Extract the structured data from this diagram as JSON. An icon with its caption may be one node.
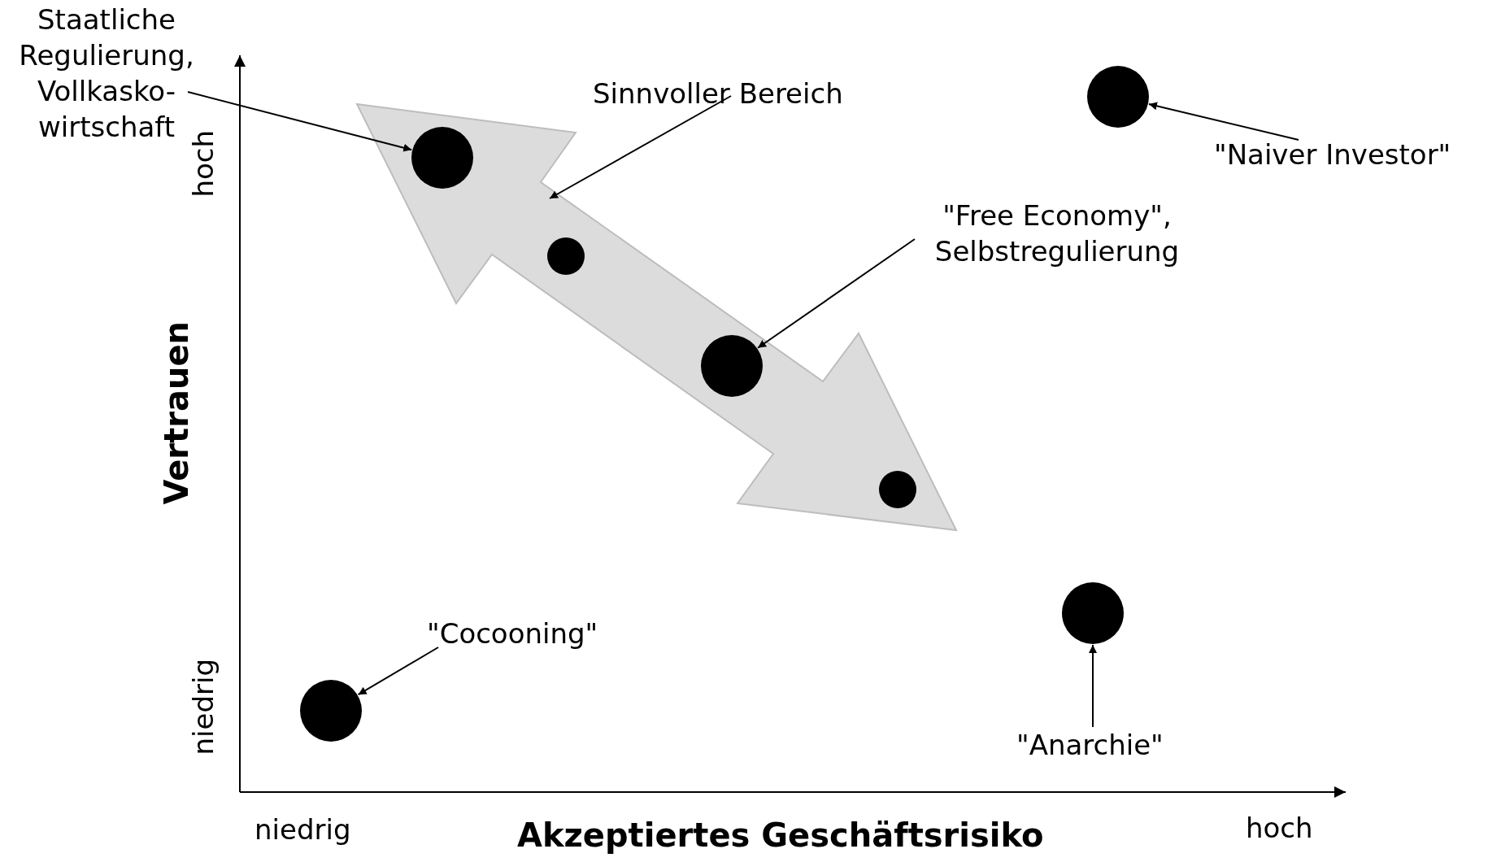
{
  "diagram": {
    "nodes": [
      {
        "text": [
          "Staatliche Regulierung, Vollkasko-wirtschaft"
        ]
      },
      {
        "text": [
          "Sinnvoller Bereich"
        ]
      },
      {
        "text": [],
        "shape": "circle"
      },
      {
        "text": [],
        "shape": "arrow"
      },
      {
        "text": [],
        "shape": "circle",
        "in": 3
      },
      {
        "text": [
          "\"Naiver Investor\""
        ]
      },
      {
        "text": [
          "\"Free Economy\", Selbstregulierung"
        ]
      },
      {
        "text": [],
        "shape": "circle",
        "in": 3
      },
      {
        "text": [],
        "shape": "circle",
        "in": 3
      },
      {
        "text": [],
        "shape": "circle",
        "in": 3
      },
      {
        "text": [],
        "shape": "circle"
      },
      {
        "text": [
          "\"Cocooning\""
        ]
      },
      {
        "text": [],
        "shape": "circle"
      },
      {
        "text": [
          "\"Anarchie\""
        ]
      }
    ],
    "edges": [
      {
        "from": 0,
        "to": 4,
        "arrow": "to"
      },
      {
        "from": 1,
        "to": 3,
        "arrow": "to"
      },
      {
        "from": 5,
        "to": 2,
        "arrow": "to"
      },
      {
        "from": 6,
        "to": 8,
        "arrow": "to"
      },
      {
        "from": 11,
        "to": 12,
        "arrow": "to"
      },
      {
        "from": 13,
        "to": 10,
        "arrow": "to"
      }
    ],
    "labels": [
      "hoch",
      "Vertrauen",
      "niedrig",
      "niedrig",
      "Akzeptiertes Geschäftsrisiko",
      "hoch"
    ]
  }
}
